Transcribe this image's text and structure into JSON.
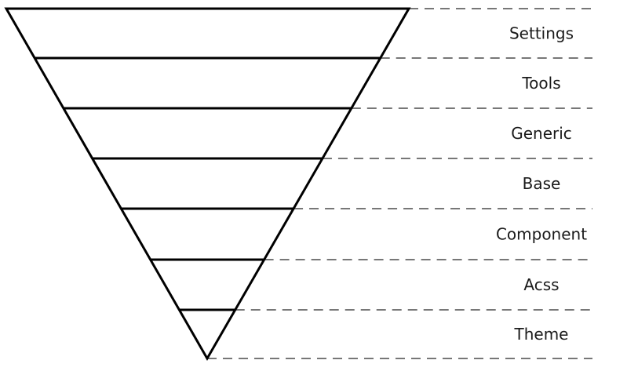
{
  "diagram": {
    "type": "inverted-triangle",
    "layers": [
      {
        "name": "Settings"
      },
      {
        "name": "Tools"
      },
      {
        "name": "Generic"
      },
      {
        "name": "Base"
      },
      {
        "name": "Component"
      },
      {
        "name": "Acss"
      },
      {
        "name": "Theme"
      }
    ]
  }
}
